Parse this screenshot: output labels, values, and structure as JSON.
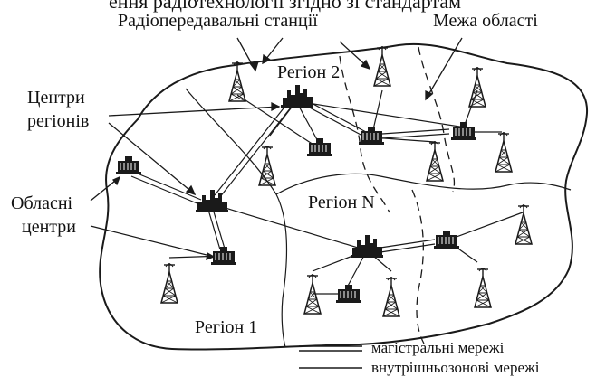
{
  "header": {
    "cut_text": "ення радіотехнології згідно зі стандартам"
  },
  "labels": {
    "radio_stations": "Радіопередавальні станції",
    "region_border": "Межа області",
    "region_centers_line1": "Центри",
    "region_centers_line2": "регіонів",
    "oblast_centers_line1": "Обласні",
    "oblast_centers_line2": "центри",
    "region_2": "Регіон  2",
    "region_n": "Регіон N",
    "region_1": "Регіон 1"
  },
  "legend": {
    "backbone": "магістральні мережі",
    "intrazone": "внутрішньозонові мережі"
  },
  "colors": {
    "ink": "#1a1a1a",
    "background": "#ffffff"
  }
}
